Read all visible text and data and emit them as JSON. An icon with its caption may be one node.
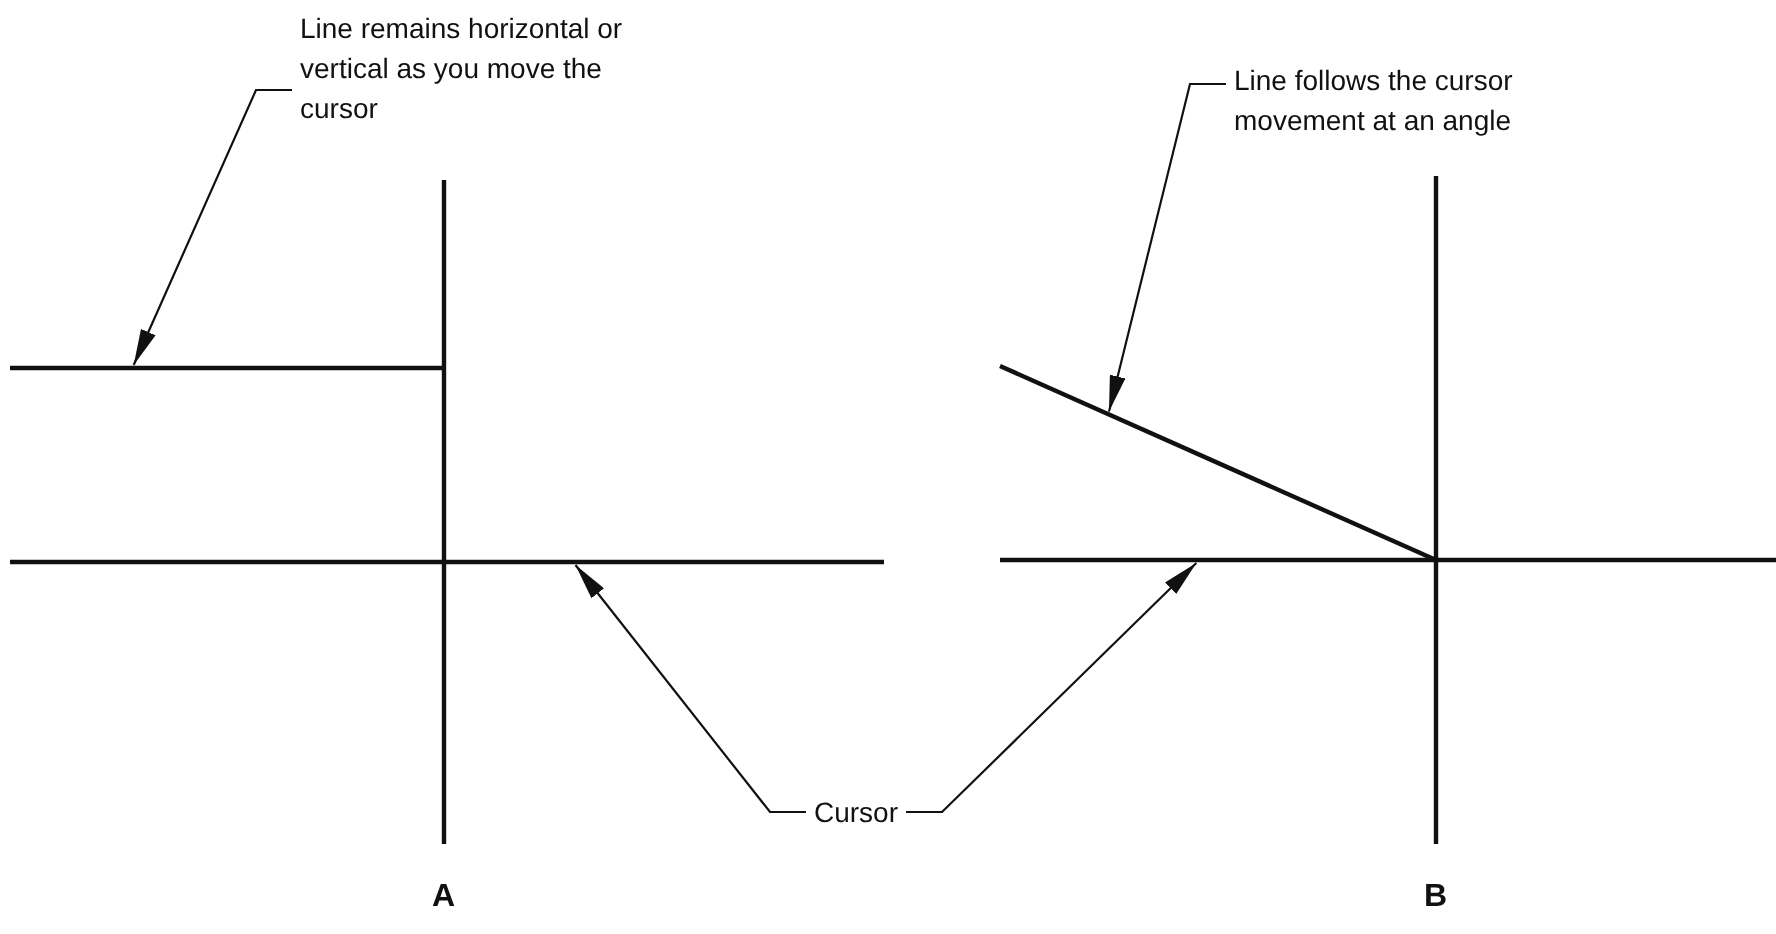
{
  "diagram": {
    "nodes": [
      {
        "text": [
          "Line remains horizontal or vertical as you move the cursor"
        ]
      },
      {
        "text": [],
        "shape": "line"
      },
      {
        "text": [
          "Line follows the cursor movement at an angle"
        ]
      },
      {
        "text": [],
        "shape": "line"
      },
      {
        "text": [
          "Cursor"
        ]
      },
      {
        "text": [],
        "shape": "line"
      },
      {
        "text": [],
        "shape": "line"
      }
    ],
    "edges": [
      {
        "from": 0,
        "to": 1,
        "arrow": "to"
      },
      {
        "from": 2,
        "to": 3,
        "arrow": "to"
      },
      {
        "from": 4,
        "to": 5,
        "arrow": "to"
      },
      {
        "from": 4,
        "to": 6,
        "arrow": "to"
      }
    ],
    "labels": [
      "A",
      "B"
    ]
  }
}
